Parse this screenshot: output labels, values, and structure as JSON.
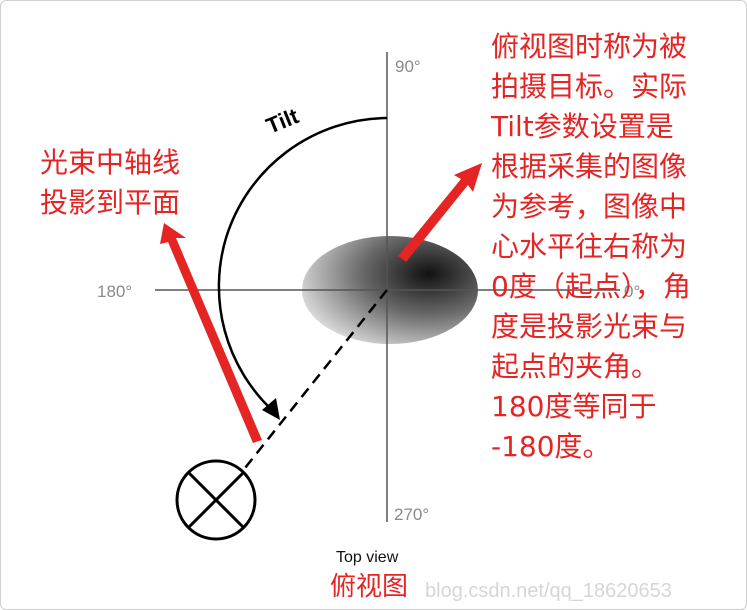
{
  "diagram": {
    "angle_labels": {
      "deg_90": "90°",
      "deg_180": "180°",
      "deg_0": "0°",
      "deg_270": "270°"
    },
    "tilt_label": "Tilt",
    "top_view_label": "Top view",
    "caption": "俯视图",
    "watermark": "blog.csdn.net/qq_18620653"
  },
  "annotations": {
    "left_note": "光束中轴线\n投影到平面",
    "right_note": "俯视图时称为被\n拍摄目标。实际\nTilt参数设置是\n根据采集的图像\n为参考，图像中\n心水平往右称为\n0度（起点），角\n度是投影光束与\n起点的夹角。\n180度等同于\n-180度。"
  },
  "colors": {
    "annotation_red": "#e52424",
    "axis_gray": "#8a8a8a"
  }
}
